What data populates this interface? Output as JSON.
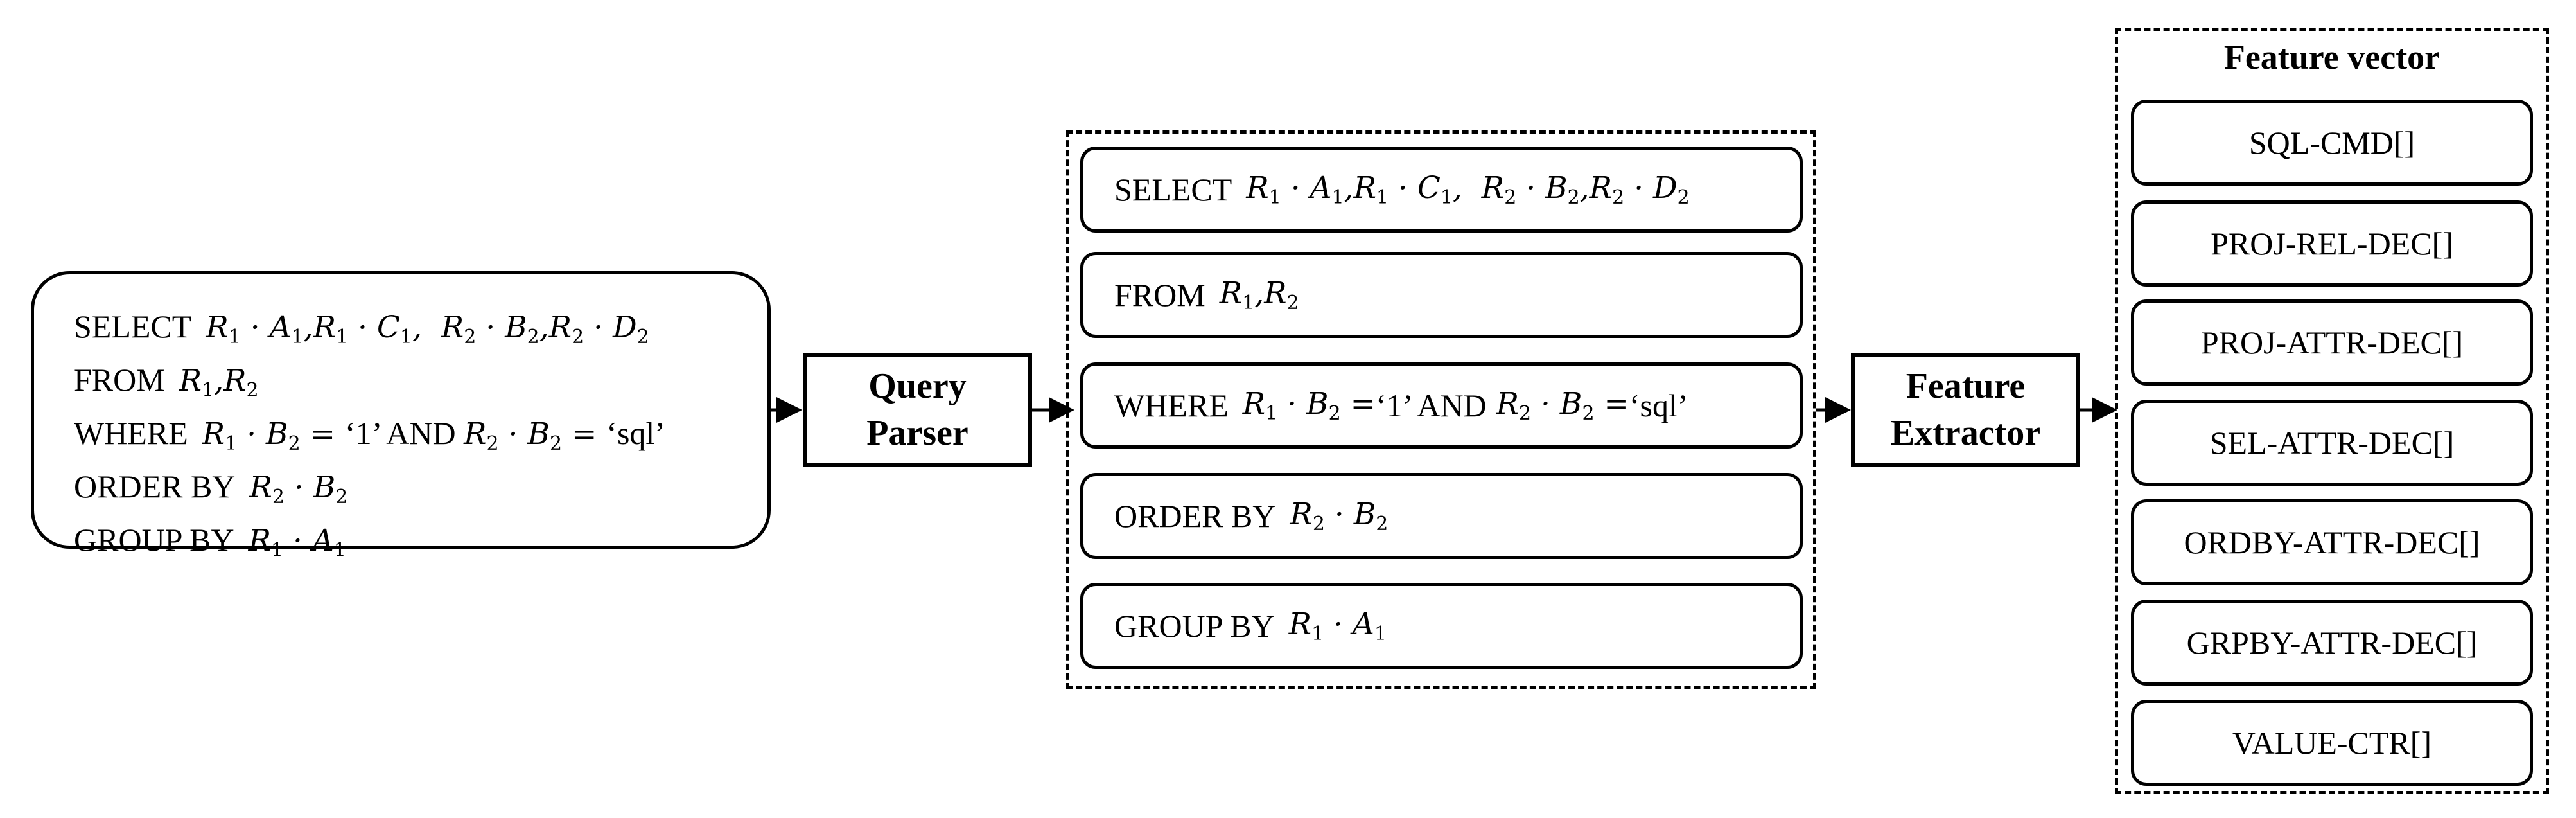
{
  "input_query": {
    "lines": [
      {
        "keyword": "SELECT",
        "expr": [
          "R₁ · A₁",
          "R₁ · C₁",
          "R₂ · B₂",
          "R₂ · D₂"
        ]
      },
      {
        "keyword": "FROM",
        "expr": [
          "R₁",
          "R₂"
        ]
      },
      {
        "keyword": "WHERE",
        "expr": [
          "R₁ · B₂ = ‘1’ AND R₂ · B₂ = ‘sql’"
        ]
      },
      {
        "keyword": "ORDER BY",
        "expr": [
          "R₂ · B₂"
        ]
      },
      {
        "keyword": "GROUP BY",
        "expr": [
          "R₁ · A₁"
        ]
      }
    ]
  },
  "query_parser": {
    "line1": "Query",
    "line2": "Parser"
  },
  "parsed_clauses": [
    {
      "keyword": "SELECT",
      "expr": "R₁ · A₁, R₁ · C₁, R₂ · B₂, R₂ · D₂"
    },
    {
      "keyword": "FROM",
      "expr": "R₁, R₂"
    },
    {
      "keyword": "WHERE",
      "expr": "R₁ · B₂ = ‘1’ AND R₂ · B₂ = ‘sql’"
    },
    {
      "keyword": "ORDER BY",
      "expr": "R₂ · B₂"
    },
    {
      "keyword": "GROUP BY",
      "expr": "R₁ · A₁"
    }
  ],
  "feature_extractor": {
    "line1": "Feature",
    "line2": "Extractor"
  },
  "feature_vector": {
    "title": "Feature vector",
    "items": [
      "SQL-CMD[]",
      "PROJ-REL-DEC[]",
      "PROJ-ATTR-DEC[]",
      "SEL-ATTR-DEC[]",
      "ORDBY-ATTR-DEC[]",
      "GRPBY-ATTR-DEC[]",
      "VALUE-CTR[]"
    ]
  }
}
